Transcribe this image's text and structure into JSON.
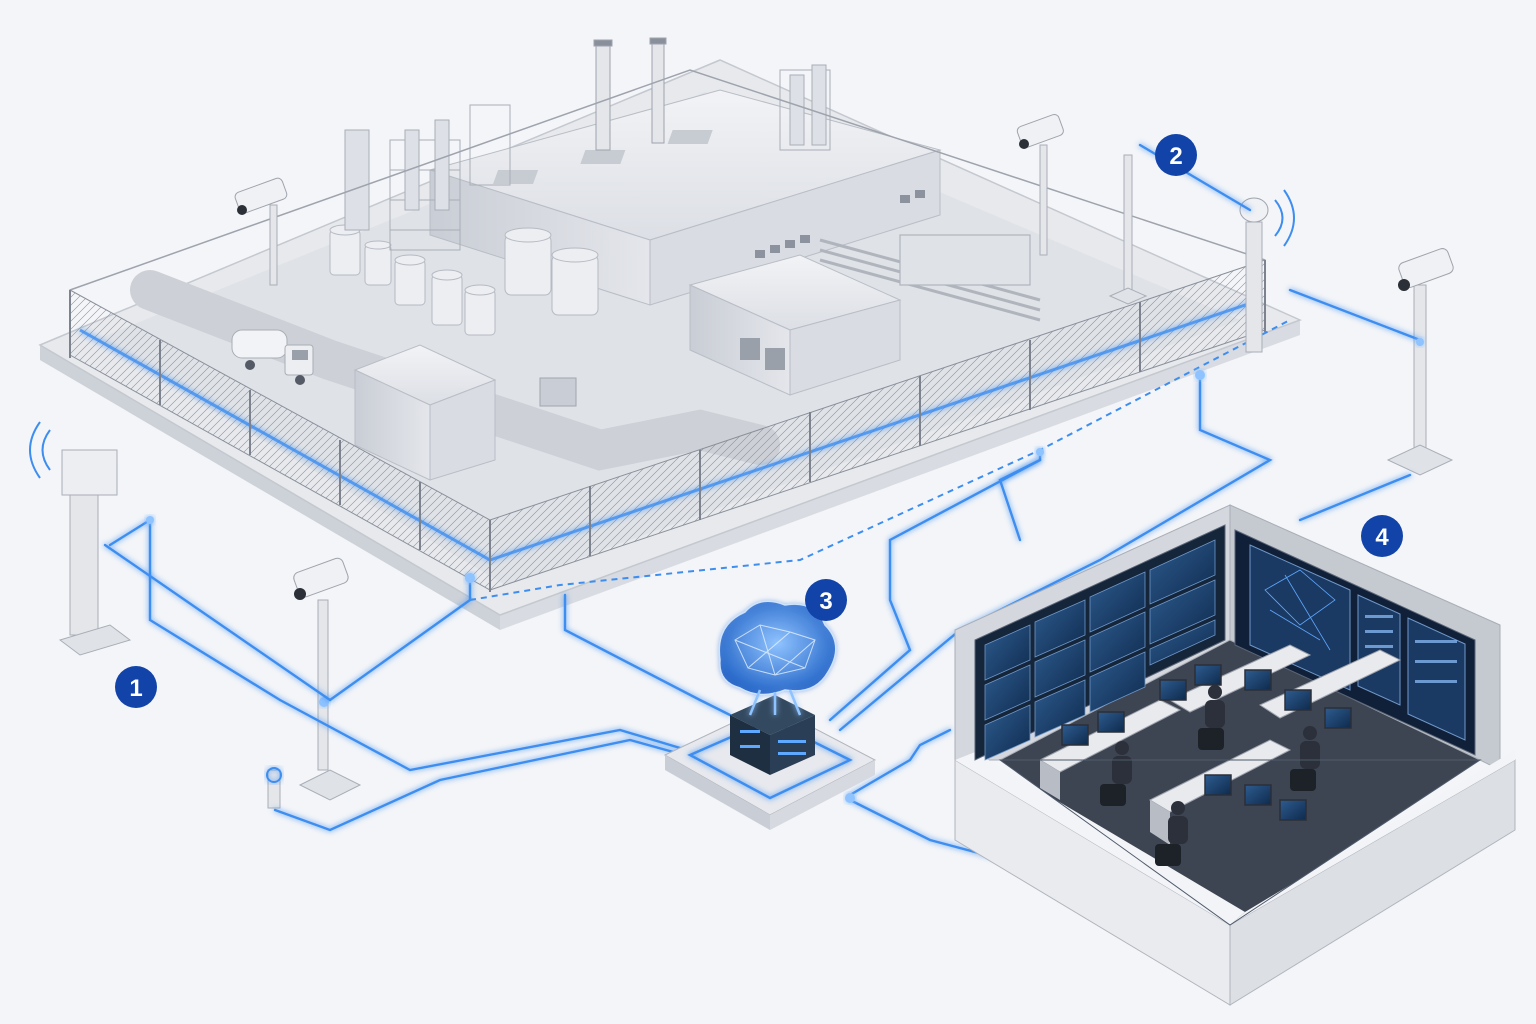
{
  "diagram": {
    "background": "#f4f5f8",
    "accent": "#3d8ef0",
    "badge_color": "#1243a8",
    "badges": [
      {
        "id": "1",
        "label": "1"
      },
      {
        "id": "2",
        "label": "2"
      },
      {
        "id": "3",
        "label": "3"
      },
      {
        "id": "4",
        "label": "4"
      }
    ],
    "components": [
      {
        "name": "industrial-facility",
        "icon": "factory-icon"
      },
      {
        "name": "perimeter-fence",
        "icon": "fence-icon"
      },
      {
        "name": "radar-sensor",
        "icon": "radar-icon"
      },
      {
        "name": "cctv-camera",
        "icon": "camera-icon"
      },
      {
        "name": "ai-analytics-hub",
        "icon": "brain-icon"
      },
      {
        "name": "security-control-room",
        "icon": "monitor-wall-icon"
      }
    ]
  }
}
